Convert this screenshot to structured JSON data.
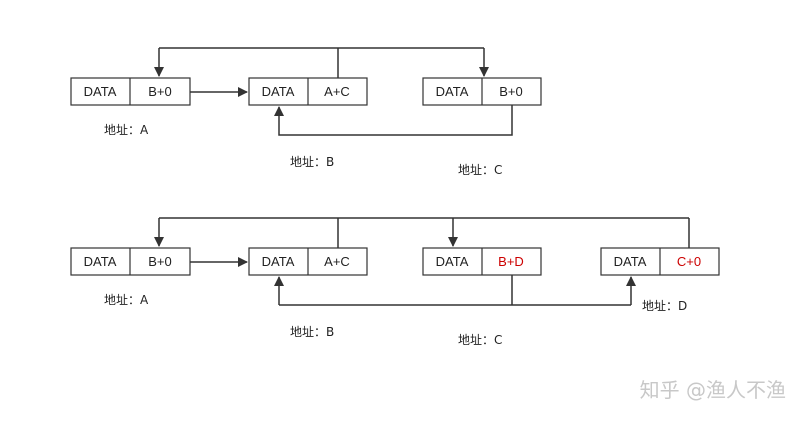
{
  "colors": {
    "line": "#333333",
    "highlight": "#cc0000",
    "watermark": "#c8c8c8"
  },
  "diagram1": {
    "nodes": [
      {
        "data": "DATA",
        "ptr": "B+0",
        "addr": "地址：A",
        "highlight": false
      },
      {
        "data": "DATA",
        "ptr": "A+C",
        "addr": "地址：B",
        "highlight": false
      },
      {
        "data": "DATA",
        "ptr": "B+0",
        "addr": "地址：C",
        "highlight": false
      }
    ]
  },
  "diagram2": {
    "nodes": [
      {
        "data": "DATA",
        "ptr": "B+0",
        "addr": "地址：A",
        "highlight": false
      },
      {
        "data": "DATA",
        "ptr": "A+C",
        "addr": "地址：B",
        "highlight": false
      },
      {
        "data": "DATA",
        "ptr": "B+D",
        "addr": "地址：C",
        "highlight": true
      },
      {
        "data": "DATA",
        "ptr": "C+0",
        "addr": "地址：D",
        "highlight": true
      }
    ]
  },
  "watermark": "知乎 @渔人不渔"
}
